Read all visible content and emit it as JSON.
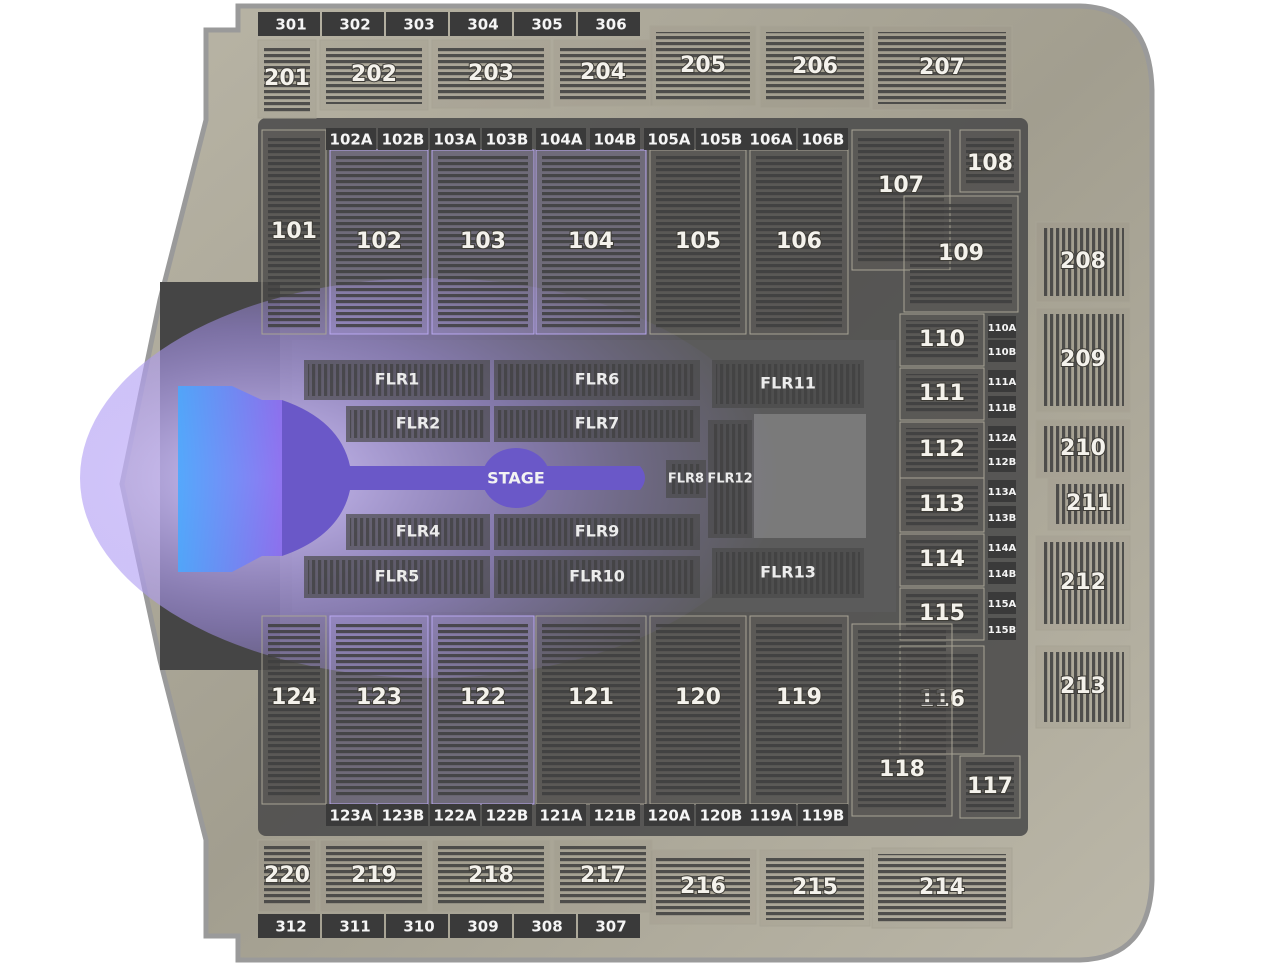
{
  "stage": {
    "label": "STAGE"
  },
  "colors": {
    "floor": "#4a4a4a",
    "stage": "#6e5ad6",
    "glow": "#b7a5ff",
    "concourse": "#a8a495",
    "row_bars": "#3c3c3c"
  },
  "top_300": [
    "301",
    "302",
    "303",
    "304",
    "305",
    "306"
  ],
  "bottom_300": [
    "312",
    "311",
    "310",
    "309",
    "308",
    "307"
  ],
  "upper_top": [
    "201",
    "202",
    "203",
    "204",
    "205",
    "206",
    "207"
  ],
  "upper_bottom": [
    "220",
    "219",
    "218",
    "217",
    "216",
    "215",
    "214"
  ],
  "upper_right": [
    "208",
    "209",
    "210",
    "211",
    "212",
    "213"
  ],
  "lower_top": [
    "101",
    "102",
    "103",
    "104",
    "105",
    "106",
    "107",
    "108",
    "109"
  ],
  "lower_top_sub": [
    "102A",
    "102B",
    "103A",
    "103B",
    "104A",
    "104B",
    "105A",
    "105B",
    "106A",
    "106B"
  ],
  "lower_right": [
    "110",
    "111",
    "112",
    "113",
    "114",
    "115",
    "116",
    "117",
    "118"
  ],
  "lower_right_sub": [
    "110A",
    "110B",
    "111A",
    "111B",
    "112A",
    "112B",
    "113A",
    "113B",
    "114A",
    "114B",
    "115A",
    "115B"
  ],
  "lower_bottom": [
    "124",
    "123",
    "122",
    "121",
    "120",
    "119"
  ],
  "lower_bottom_sub": [
    "123A",
    "123B",
    "122A",
    "122B",
    "121A",
    "121B",
    "120A",
    "120B",
    "119A",
    "119B"
  ],
  "floor": [
    "FLR1",
    "FLR2",
    "FLR4",
    "FLR5",
    "FLR6",
    "FLR7",
    "FLR9",
    "FLR10",
    "FLR8",
    "FLR12",
    "FLR11",
    "FLR13"
  ]
}
